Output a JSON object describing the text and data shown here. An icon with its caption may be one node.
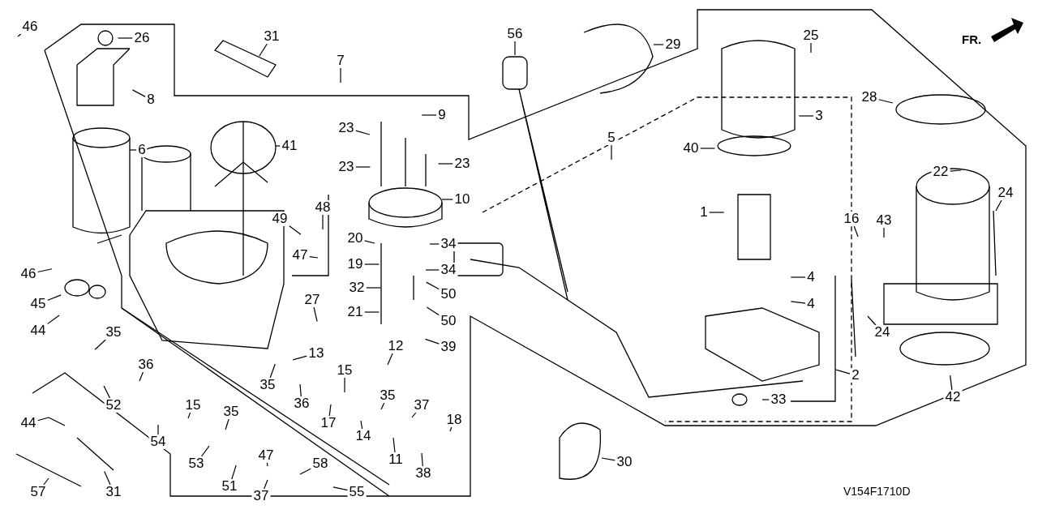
{
  "diagram": {
    "nodes": [
      {
        "text": [
          "46"
        ]
      },
      {
        "text": [
          "26"
        ]
      },
      {
        "text": [
          "31"
        ]
      },
      {
        "text": [
          "8"
        ]
      },
      {
        "text": [
          "7"
        ]
      },
      {
        "text": [
          "6"
        ]
      },
      {
        "text": [
          "41"
        ]
      },
      {
        "text": [
          "23"
        ]
      },
      {
        "text": [
          "9"
        ]
      },
      {
        "text": [
          "23"
        ]
      },
      {
        "text": [
          "23"
        ]
      },
      {
        "text": [
          "10"
        ]
      },
      {
        "text": [
          "48"
        ]
      },
      {
        "text": [
          "49"
        ]
      },
      {
        "text": [
          "20"
        ]
      },
      {
        "text": [
          "34"
        ]
      },
      {
        "text": [
          "47"
        ]
      },
      {
        "text": [
          "19"
        ]
      },
      {
        "text": [
          "34"
        ]
      },
      {
        "text": [
          "46"
        ]
      },
      {
        "text": [
          "32"
        ]
      },
      {
        "text": [
          "50"
        ]
      },
      {
        "text": [
          "27"
        ]
      },
      {
        "text": [
          "45"
        ]
      },
      {
        "text": [
          "21"
        ]
      },
      {
        "text": [
          "50"
        ]
      },
      {
        "text": [
          "44"
        ]
      },
      {
        "text": [
          "35"
        ]
      },
      {
        "text": [
          "39"
        ]
      },
      {
        "text": [
          "13"
        ]
      },
      {
        "text": [
          "12"
        ]
      },
      {
        "text": [
          "36"
        ]
      },
      {
        "text": [
          "15"
        ]
      },
      {
        "text": [
          "35"
        ]
      },
      {
        "text": [
          "35"
        ]
      },
      {
        "text": [
          "36"
        ]
      },
      {
        "text": [
          "52"
        ]
      },
      {
        "text": [
          "15"
        ]
      },
      {
        "text": [
          "37"
        ]
      },
      {
        "text": [
          "35"
        ]
      },
      {
        "text": [
          "18"
        ]
      },
      {
        "text": [
          "44"
        ]
      },
      {
        "text": [
          "17"
        ]
      },
      {
        "text": [
          "14"
        ]
      },
      {
        "text": [
          "54"
        ]
      },
      {
        "text": [
          "47"
        ]
      },
      {
        "text": [
          "11"
        ]
      },
      {
        "text": [
          "53"
        ]
      },
      {
        "text": [
          "58"
        ]
      },
      {
        "text": [
          "38"
        ]
      },
      {
        "text": [
          "51"
        ]
      },
      {
        "text": [
          "31"
        ]
      },
      {
        "text": [
          "57"
        ]
      },
      {
        "text": [
          "37"
        ]
      },
      {
        "text": [
          "55"
        ]
      },
      {
        "text": [
          "56"
        ]
      },
      {
        "text": [
          "29"
        ]
      },
      {
        "text": [
          "25"
        ]
      },
      {
        "text": [
          "28"
        ]
      },
      {
        "text": [
          "3"
        ]
      },
      {
        "text": [
          "5"
        ]
      },
      {
        "text": [
          "40"
        ]
      },
      {
        "text": [
          "22"
        ]
      },
      {
        "text": [
          "24"
        ]
      },
      {
        "text": [
          "1"
        ]
      },
      {
        "text": [
          "16"
        ]
      },
      {
        "text": [
          "43"
        ]
      },
      {
        "text": [
          "4"
        ]
      },
      {
        "text": [
          "4"
        ]
      },
      {
        "text": [
          "24"
        ]
      },
      {
        "text": [
          "2"
        ]
      },
      {
        "text": [
          "42"
        ]
      },
      {
        "text": [
          "33"
        ]
      },
      {
        "text": [
          "30"
        ]
      }
    ],
    "edges": [
      {
        "from": 0,
        "to": null,
        "arrow": "none"
      },
      {
        "from": 1,
        "to": null,
        "arrow": "none"
      },
      {
        "from": 2,
        "to": null,
        "arrow": "none"
      },
      {
        "from": 3,
        "to": null,
        "arrow": "none"
      },
      {
        "from": 4,
        "to": null,
        "arrow": "none"
      },
      {
        "from": 5,
        "to": null,
        "arrow": "none"
      },
      {
        "from": 6,
        "to": null,
        "arrow": "none"
      },
      {
        "from": 7,
        "to": null,
        "arrow": "none"
      },
      {
        "from": 8,
        "to": null,
        "arrow": "none"
      },
      {
        "from": 9,
        "to": null,
        "arrow": "none"
      },
      {
        "from": 10,
        "to": null,
        "arrow": "none"
      },
      {
        "from": 11,
        "to": null,
        "arrow": "none"
      },
      {
        "from": 12,
        "to": null,
        "arrow": "none"
      },
      {
        "from": 13,
        "to": null,
        "arrow": "none"
      },
      {
        "from": 14,
        "to": null,
        "arrow": "none"
      },
      {
        "from": 15,
        "to": null,
        "arrow": "none"
      },
      {
        "from": 16,
        "to": null,
        "arrow": "none"
      },
      {
        "from": 17,
        "to": null,
        "arrow": "none"
      },
      {
        "from": 18,
        "to": null,
        "arrow": "none"
      },
      {
        "from": 19,
        "to": null,
        "arrow": "none"
      },
      {
        "from": 20,
        "to": null,
        "arrow": "none"
      },
      {
        "from": 21,
        "to": null,
        "arrow": "none"
      },
      {
        "from": 22,
        "to": null,
        "arrow": "none"
      },
      {
        "from": 23,
        "to": null,
        "arrow": "none"
      },
      {
        "from": 24,
        "to": null,
        "arrow": "none"
      },
      {
        "from": 25,
        "to": null,
        "arrow": "none"
      },
      {
        "from": 26,
        "to": null,
        "arrow": "none"
      },
      {
        "from": 27,
        "to": null,
        "arrow": "none"
      },
      {
        "from": 28,
        "to": null,
        "arrow": "none"
      },
      {
        "from": 29,
        "to": null,
        "arrow": "none"
      },
      {
        "from": 30,
        "to": null,
        "arrow": "none"
      },
      {
        "from": 31,
        "to": null,
        "arrow": "none"
      },
      {
        "from": 32,
        "to": null,
        "arrow": "none"
      },
      {
        "from": 33,
        "to": null,
        "arrow": "none"
      },
      {
        "from": 34,
        "to": null,
        "arrow": "none"
      },
      {
        "from": 35,
        "to": null,
        "arrow": "none"
      },
      {
        "from": 36,
        "to": null,
        "arrow": "none"
      },
      {
        "from": 37,
        "to": null,
        "arrow": "none"
      },
      {
        "from": 38,
        "to": null,
        "arrow": "none"
      },
      {
        "from": 39,
        "to": null,
        "arrow": "none"
      },
      {
        "from": 40,
        "to": null,
        "arrow": "none"
      },
      {
        "from": 41,
        "to": null,
        "arrow": "none"
      },
      {
        "from": 42,
        "to": null,
        "arrow": "none"
      },
      {
        "from": 43,
        "to": null,
        "arrow": "none"
      },
      {
        "from": 44,
        "to": null,
        "arrow": "none"
      },
      {
        "from": 45,
        "to": null,
        "arrow": "none"
      },
      {
        "from": 46,
        "to": null,
        "arrow": "none"
      },
      {
        "from": 47,
        "to": null,
        "arrow": "none"
      },
      {
        "from": 48,
        "to": null,
        "arrow": "none"
      },
      {
        "from": 49,
        "to": null,
        "arrow": "none"
      },
      {
        "from": 50,
        "to": null,
        "arrow": "none"
      },
      {
        "from": 51,
        "to": null,
        "arrow": "none"
      },
      {
        "from": 52,
        "to": null,
        "arrow": "none"
      },
      {
        "from": 53,
        "to": null,
        "arrow": "none"
      },
      {
        "from": 54,
        "to": null,
        "arrow": "none"
      },
      {
        "from": 55,
        "to": null,
        "arrow": "none"
      },
      {
        "from": 56,
        "to": null,
        "arrow": "none"
      },
      {
        "from": 57,
        "to": null,
        "arrow": "none"
      },
      {
        "from": 58,
        "to": null,
        "arrow": "none"
      },
      {
        "from": 59,
        "to": null,
        "arrow": "none"
      },
      {
        "from": 60,
        "to": null,
        "arrow": "none"
      },
      {
        "from": 61,
        "to": null,
        "arrow": "none"
      },
      {
        "from": 62,
        "to": null,
        "arrow": "none"
      },
      {
        "from": 63,
        "to": null,
        "arrow": "none"
      },
      {
        "from": 64,
        "to": null,
        "arrow": "none"
      },
      {
        "from": 65,
        "to": null,
        "arrow": "none"
      },
      {
        "from": 66,
        "to": null,
        "arrow": "none"
      },
      {
        "from": 67,
        "to": null,
        "arrow": "none"
      },
      {
        "from": 68,
        "to": null,
        "arrow": "none"
      },
      {
        "from": 69,
        "to": null,
        "arrow": "none"
      },
      {
        "from": 70,
        "to": null,
        "arrow": "none"
      },
      {
        "from": 71,
        "to": null,
        "arrow": "none"
      },
      {
        "from": 72,
        "to": null,
        "arrow": "none"
      },
      {
        "from": 73,
        "to": null,
        "arrow": "none"
      }
    ],
    "labels": [
      "FR.",
      "V154F1710D"
    ]
  }
}
